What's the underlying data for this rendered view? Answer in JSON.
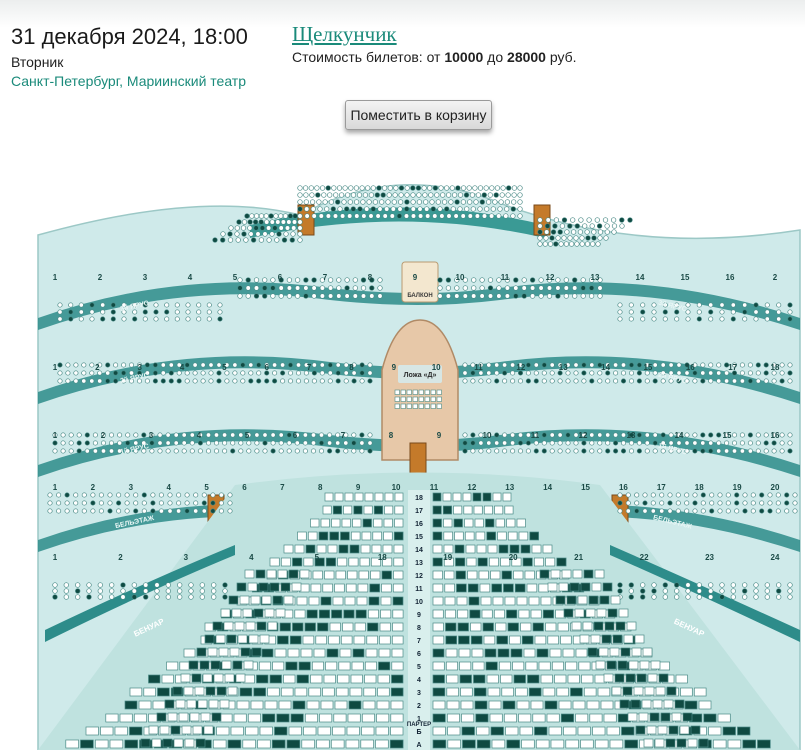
{
  "event": {
    "date": "31 декабря 2024, 18:00",
    "weekday": "Вторник",
    "venue": "Санкт-Петербург, Мариинский театр"
  },
  "show": {
    "title": "Щелкунчик",
    "price_prefix": "Стоимость билетов: от ",
    "price_min": "10000",
    "price_mid": " до ",
    "price_max": "28000",
    "price_suffix": " руб."
  },
  "actions": {
    "add_to_cart": "Поместить в корзину"
  },
  "hall": {
    "section_labels": {
      "balcony": "БАЛКОН",
      "loge_d": "Ложа «Д»",
      "parterre": "ПАРТЕР",
      "benoir": "БЕНУАР",
      "beletage": "БЕЛЬЭТАЖ",
      "tier1": "1й ЯРУС",
      "tier2": "2й ЯРУС",
      "tier3": "3й ЯРУС"
    },
    "row_labels": [
      "18",
      "17",
      "16",
      "15",
      "14",
      "13",
      "12",
      "11",
      "10",
      "9",
      "8",
      "7",
      "6",
      "5",
      "4",
      "3",
      "2",
      "1",
      "Б",
      "А"
    ],
    "tier3_boxes": [
      "1",
      "2",
      "3",
      "4",
      "5",
      "6",
      "7",
      "8",
      "9",
      "10",
      "11",
      "12",
      "13",
      "14",
      "15",
      "16",
      "2"
    ],
    "tier2_boxes": [
      "1",
      "2",
      "3",
      "4",
      "5",
      "6",
      "7",
      "8",
      "9",
      "10",
      "11",
      "12",
      "13",
      "14",
      "15",
      "16",
      "17",
      "18"
    ],
    "tier1_boxes": [
      "1",
      "2",
      "3",
      "4",
      "5",
      "6",
      "7",
      "8",
      "9",
      "10",
      "11",
      "12",
      "13",
      "14",
      "15",
      "16"
    ],
    "beletage_boxes": [
      "1",
      "2",
      "3",
      "4",
      "5",
      "6",
      "7",
      "8",
      "9",
      "10",
      "11",
      "12",
      "13",
      "14",
      "15",
      "16",
      "17",
      "18",
      "19",
      "20"
    ],
    "benoir_boxes": [
      "1",
      "2",
      "3",
      "4",
      "5",
      "18",
      "19",
      "20",
      "21",
      "22",
      "23",
      "24"
    ],
    "colors": {
      "wall": "#cfeaea",
      "wall_dark": "#2d8c8a",
      "balcony_band": "#3a9a95",
      "floor": "#bfe2df",
      "seat_free": "#ffffff",
      "seat_taken": "#0f4a42",
      "stroke": "#4a8a86",
      "loge": "#e7c8a8",
      "door": "#c47a2a"
    }
  }
}
